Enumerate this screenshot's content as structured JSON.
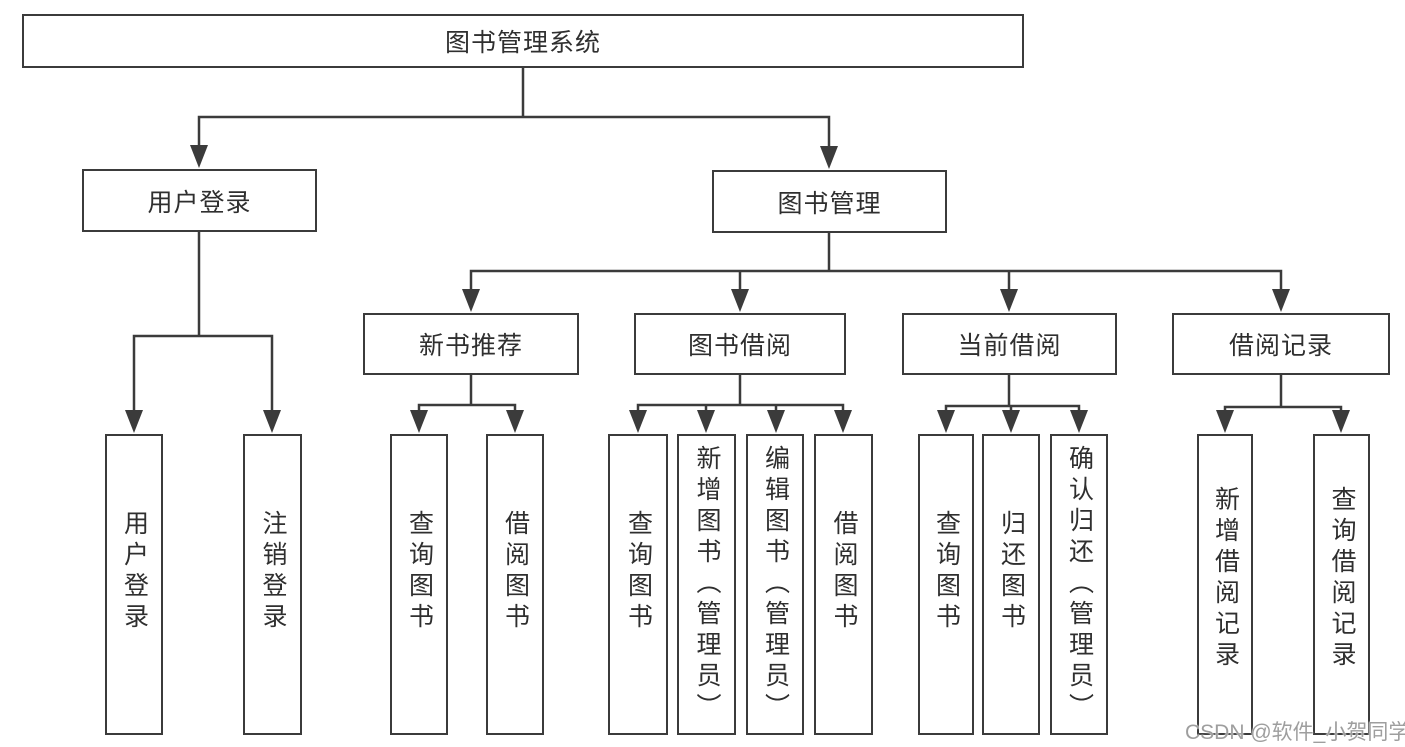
{
  "tree": {
    "label": "图书管理系统",
    "children": [
      {
        "label": "用户登录",
        "children": [
          {
            "label": "用户登录"
          },
          {
            "label": "注销登录"
          }
        ]
      },
      {
        "label": "图书管理",
        "children": [
          {
            "label": "新书推荐",
            "children": [
              {
                "label": "查询图书"
              },
              {
                "label": "借阅图书"
              }
            ]
          },
          {
            "label": "图书借阅",
            "children": [
              {
                "label": "查询图书"
              },
              {
                "label": "新增图书（管理员）"
              },
              {
                "label": "编辑图书（管理员）"
              },
              {
                "label": "借阅图书"
              }
            ]
          },
          {
            "label": "当前借阅",
            "children": [
              {
                "label": "查询图书"
              },
              {
                "label": "归还图书"
              },
              {
                "label": "确认归还（管理员）"
              }
            ]
          },
          {
            "label": "借阅记录",
            "children": [
              {
                "label": "新增借阅记录"
              },
              {
                "label": "查询借阅记录"
              }
            ]
          }
        ]
      }
    ]
  },
  "watermark": "CSDN @软件_小贺同学",
  "colors": {
    "line": "#3b3b3b",
    "text": "#2f2f2f",
    "box_background": "#ffffff",
    "page_background": "#ffffff",
    "watermark": "#9e9e9e"
  }
}
